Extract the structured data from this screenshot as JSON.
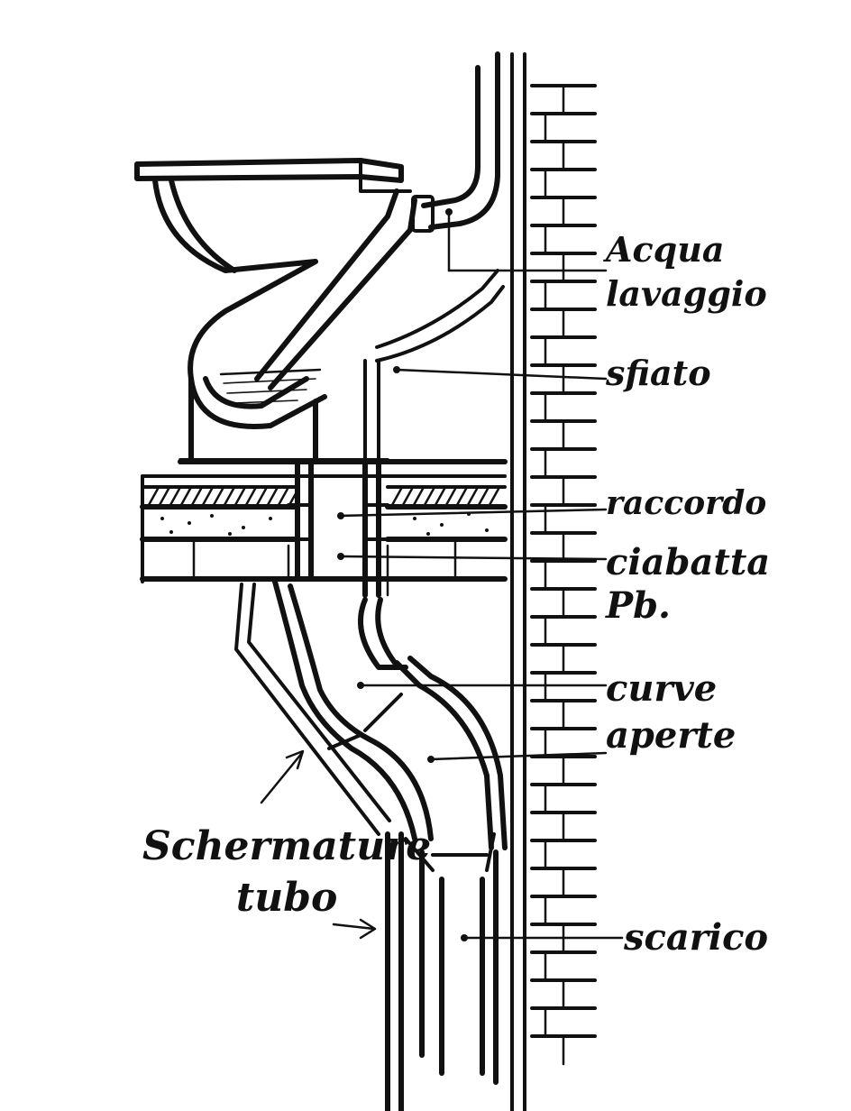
{
  "labels": {
    "acqua_lavaggio": "Acqua\nlavaggio",
    "sfiato": "sfiato",
    "raccordo": "raccordo",
    "ciabatta": "ciabatta\nPb.",
    "curve_aperte": "curve\naperte",
    "schermature_tubo": "Schermature\ntubo",
    "scarico": "scarico"
  }
}
